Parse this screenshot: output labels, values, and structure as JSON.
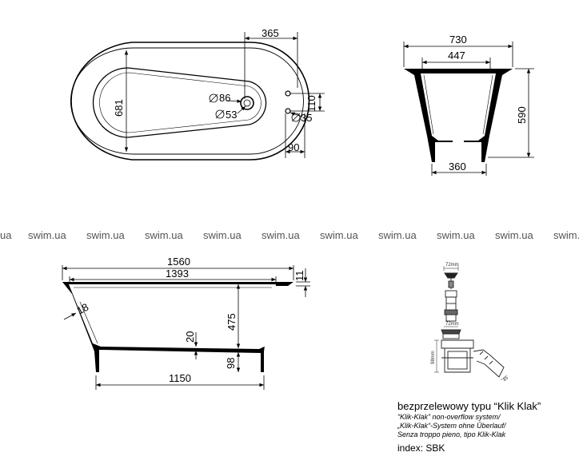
{
  "top_view": {
    "width_dim": "365",
    "height_dim": "681",
    "drain_dia": "86",
    "inner_dia": "53",
    "tap_dia": "35",
    "tap_spacing": "110",
    "tap_offset": "90"
  },
  "side_view": {
    "top_width": "730",
    "inner_width": "447",
    "height": "590",
    "base_width": "360"
  },
  "watermark": {
    "text": "swim.ua",
    "lead_fragment": "ua",
    "tail_fragment": "swim."
  },
  "front_view": {
    "overall_length": "1560",
    "inner_length": "1393",
    "rim_height": "11",
    "wall_thickness": "18",
    "inner_depth": "475",
    "floor_thickness": "20",
    "foot_height": "98",
    "base_length": "1150"
  },
  "drain_detail": {
    "top_label": "72mm",
    "mid_label": "72mm",
    "side_label": "98mm",
    "angle_label": "45"
  },
  "caption": {
    "title": "bezprzelewowy typu “Klik Klak”",
    "line_en": "“Klik-Klak” non-overflow system/",
    "line_de": "„Klik-Klak“-System ohne Überlauf/",
    "line_it": "Senza troppo pieno, tipo Klik-Klak",
    "index": "index: SBK"
  }
}
